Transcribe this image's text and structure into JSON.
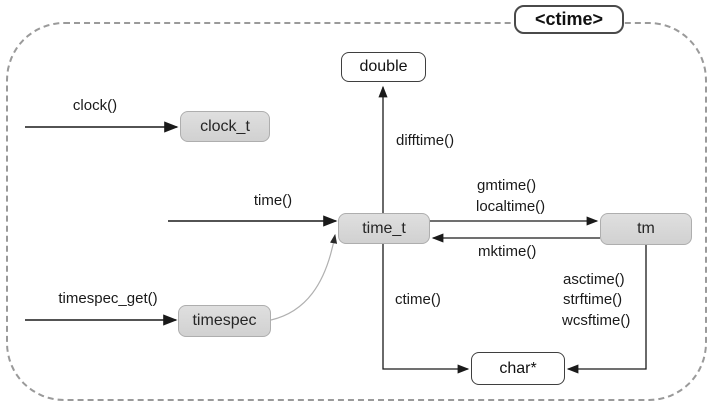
{
  "diagram": {
    "title": "<ctime>",
    "nodes": {
      "double": {
        "label": "double",
        "style": "plain"
      },
      "clock_t": {
        "label": "clock_t",
        "style": "filled"
      },
      "time_t": {
        "label": "time_t",
        "style": "filled"
      },
      "tm": {
        "label": "tm",
        "style": "filled"
      },
      "timespec": {
        "label": "timespec",
        "style": "filled"
      },
      "char_ptr": {
        "label": "char*",
        "style": "plain"
      }
    },
    "edges": {
      "clock": {
        "label": "clock()",
        "from": "external",
        "to": "clock_t"
      },
      "time": {
        "label": "time()",
        "from": "external",
        "to": "time_t"
      },
      "timespec_get": {
        "label": "timespec_get()",
        "from": "external",
        "to": "timespec"
      },
      "difftime": {
        "label": "difftime()",
        "from": "time_t",
        "to": "double"
      },
      "gmtime": {
        "label": "gmtime()",
        "from": "time_t",
        "to": "tm"
      },
      "localtime": {
        "label": "localtime()",
        "from": "time_t",
        "to": "tm"
      },
      "mktime": {
        "label": "mktime()",
        "from": "tm",
        "to": "time_t"
      },
      "ctime": {
        "label": "ctime()",
        "from": "time_t",
        "to": "char_ptr"
      },
      "asctime": {
        "label": "asctime()",
        "from": "tm",
        "to": "char_ptr"
      },
      "strftime": {
        "label": "strftime()",
        "from": "tm",
        "to": "char_ptr"
      },
      "wcsftime": {
        "label": "wcsftime()",
        "from": "tm",
        "to": "char_ptr"
      },
      "timespec_to_time_t": {
        "label": "",
        "from": "timespec",
        "to": "time_t"
      }
    },
    "colors": {
      "node_fill": "#d7d7d7",
      "node_border": "#aeaeae",
      "plain_border": "#3f3f3f",
      "arrow": "#1a1a1a",
      "curve": "#b0b0b0",
      "frame_dash": "#9a9a9a"
    }
  }
}
